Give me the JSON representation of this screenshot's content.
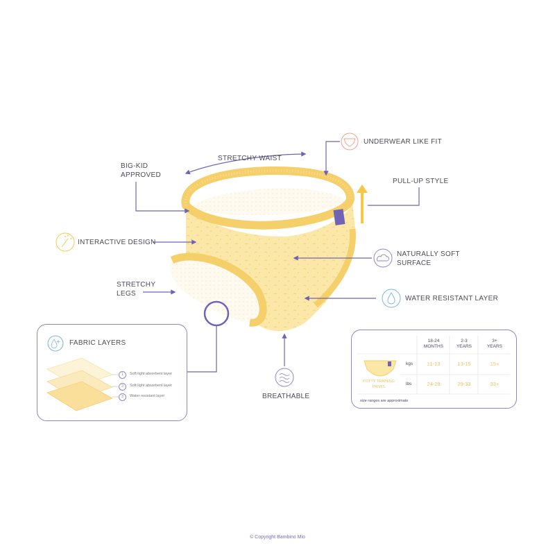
{
  "labels": {
    "stretchy_waist": "STRETCHY WAIST",
    "big_kid": "BIG-KID\nAPPROVED",
    "underwear_fit": "UNDERWEAR LIKE FIT",
    "pull_up": "PULL-UP STYLE",
    "interactive": "INTERACTIVE DESIGN",
    "naturally_soft": "NATURALLY SOFT\nSURFACE",
    "stretchy_legs": "STRETCHY\nLEGS",
    "water_resistant": "WATER RESISTANT LAYER",
    "breathable": "BREATHABLE"
  },
  "fabric_panel": {
    "title": "FABRIC LAYERS",
    "layers": [
      {
        "num": "1",
        "text": "Soft light absorbent layer"
      },
      {
        "num": "2",
        "text": "Soft light absorbent layer"
      },
      {
        "num": "3",
        "text": "Water resistant layer"
      }
    ]
  },
  "size_panel": {
    "product": "POTTY TRAINING\nPANTS",
    "headers": [
      "18-24\nMONTHS",
      "2-3\nYEARS",
      "3+\nYEARS"
    ],
    "rows": [
      {
        "unit": "kgs",
        "values": [
          "11-13",
          "13-15",
          "15+"
        ]
      },
      {
        "unit": "lbs",
        "values": [
          "24-29",
          "29-33",
          "33+"
        ]
      }
    ],
    "note": "size ranges are approximate"
  },
  "copyright": "© Copyright Bambino Mio",
  "colors": {
    "accent_purple": "#6e63b5",
    "panel_border": "#8c86c4",
    "pant_yellow": "#fbe7a6",
    "pant_edge": "#f5cf6a",
    "icon_orange": "#f0a08a",
    "icon_blue": "#7ab8d8"
  },
  "icons": [
    "underwear-icon",
    "wand-icon",
    "cloud-icon",
    "water-drop-icon",
    "breathable-icon",
    "droplet-plus-icon",
    "swatch-tag-icon"
  ]
}
